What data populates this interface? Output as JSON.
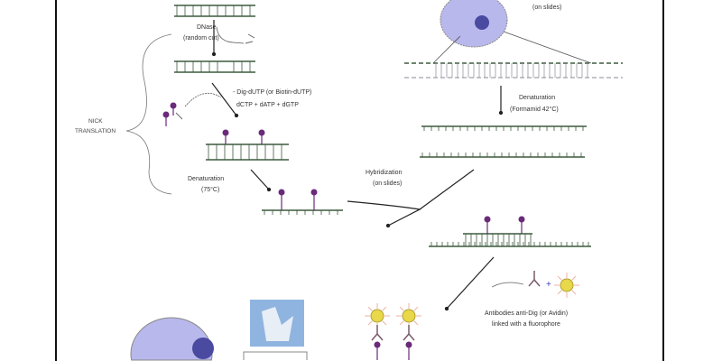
{
  "labels": {
    "dnase": "DNase",
    "random_cut": "(random cut)",
    "dig_dutp": "- Dig-dUTP (or Biotin-dUTP)",
    "nucleotides": "dCTP + dATP + dGTP",
    "nick_1": "NICK",
    "nick_2": "TRANSLATION",
    "denat75_1": "Denaturation",
    "denat75_2": "(75°C)",
    "on_slides_top": "(on slides)",
    "denat42_1": "Denaturation",
    "denat42_2": "(Formamid 42°C)",
    "hyb_1": "Hybridization",
    "hyb_2": "(on slides)",
    "ab_1": "Antibodies anti-Dig (or Avidin)",
    "ab_2": "linked with a fluorophore"
  },
  "colors": {
    "dna": "#3d5a3d",
    "label": "#6a2a7a",
    "cell": "#b8b8ec",
    "nucleus": "#4a4aa0",
    "fluor": "#e8d84a"
  }
}
